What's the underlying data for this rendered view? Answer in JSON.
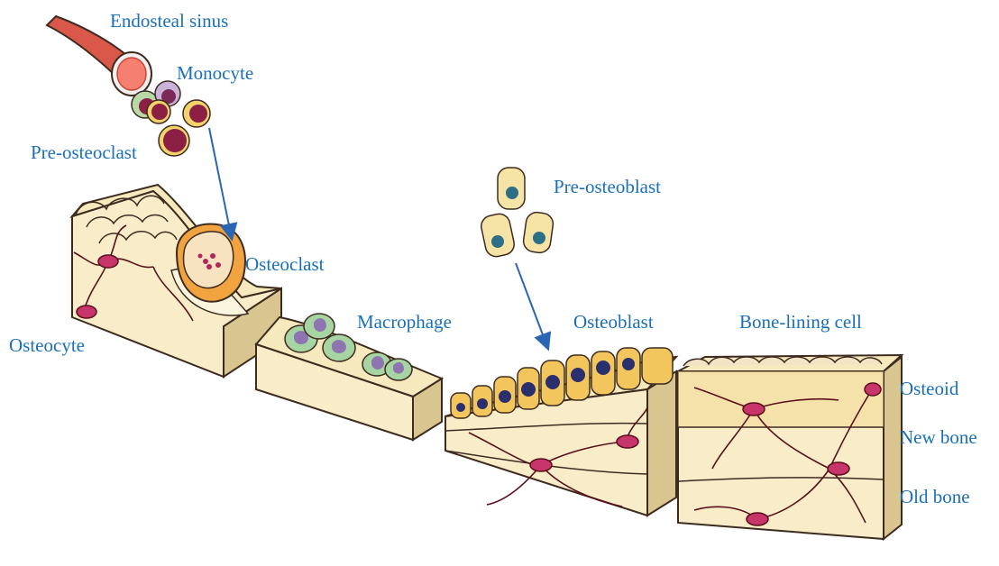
{
  "colors": {
    "label": "#1a6fba",
    "arrow": "#2a66b3",
    "bone_top": "#f6e9bd",
    "bone_front": "#f8edc8",
    "bone_side": "#d9c58f",
    "bone_edge": "#3d2b1f",
    "canaliculi": "#5a0f1a",
    "osteocyte": "#c8356b",
    "osteoblast": "#f2c65c",
    "nucleus_dark": "#2c2f6e",
    "macrophage": "#a6d4a2",
    "osteoclast": "#f0a33e",
    "sinus": "#d9584a",
    "sinus_inner": "#f5806f"
  },
  "labels": {
    "endosteal_sinus": "Endosteal sinus",
    "monocyte": "Monocyte",
    "pre_osteoclast": "Pre-osteoclast",
    "osteoclast": "Osteoclast",
    "osteocyte": "Osteocyte",
    "macrophage": "Macrophage",
    "pre_osteoblast": "Pre-osteoblast",
    "osteoblast": "Osteoblast",
    "bone_lining_cell": "Bone-lining cell",
    "osteoid": "Osteoid",
    "new_bone": "New bone",
    "old_bone": "Old bone"
  },
  "icons": {
    "endosteal_sinus": "blood-vessel-icon",
    "monocyte": "monocyte-cell-icon",
    "pre_osteoblast": "pre-osteoblast-cell-icon"
  }
}
